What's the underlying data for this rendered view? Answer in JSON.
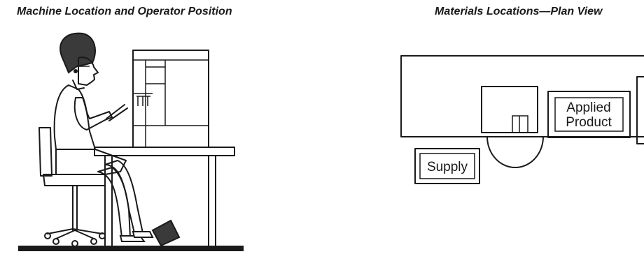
{
  "panels": {
    "left": {
      "title": "Machine Location and Operator Position"
    },
    "right": {
      "title": "Materials Locations—Plan View",
      "labels": {
        "applied_line1": "Applied",
        "applied_line2": "Product",
        "supply": "Supply"
      }
    }
  },
  "colors": {
    "ink": "#1a1a1a",
    "fill_light": "#ffffff",
    "fill_dark": "#3a3a3a"
  }
}
